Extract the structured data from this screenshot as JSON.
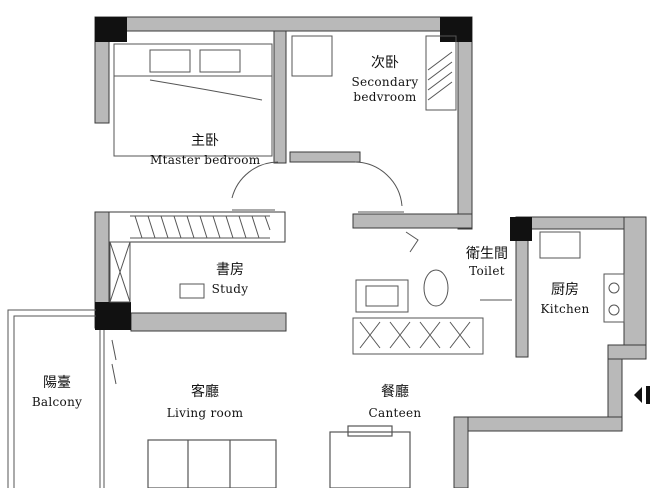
{
  "rooms": {
    "master": {
      "cn": "主卧",
      "en": "Mtaster bedroom"
    },
    "secondary": {
      "cn": "次卧",
      "en_line1": "Secondary",
      "en_line2": "bedvroom"
    },
    "study": {
      "cn": "書房",
      "en": "Study"
    },
    "toilet": {
      "cn": "衛生間",
      "en": "Toilet"
    },
    "kitchen": {
      "cn": "厨房",
      "en": "Kitchen"
    },
    "balcony": {
      "cn": "陽臺",
      "en": "Balcony"
    },
    "living": {
      "cn": "客廳",
      "en": "Living room"
    },
    "canteen": {
      "cn": "餐廳",
      "en": "Canteen"
    }
  },
  "colors": {
    "wall_fill": "#b9b9b9",
    "wall_stroke": "#3a3a3a",
    "column": "#111111",
    "line": "#555555"
  },
  "icons": [
    "entrance-arrow-icon",
    "door-swing-icon",
    "bed-icon",
    "sofa-icon",
    "stove-icon",
    "sink-icon",
    "toilet-icon"
  ]
}
